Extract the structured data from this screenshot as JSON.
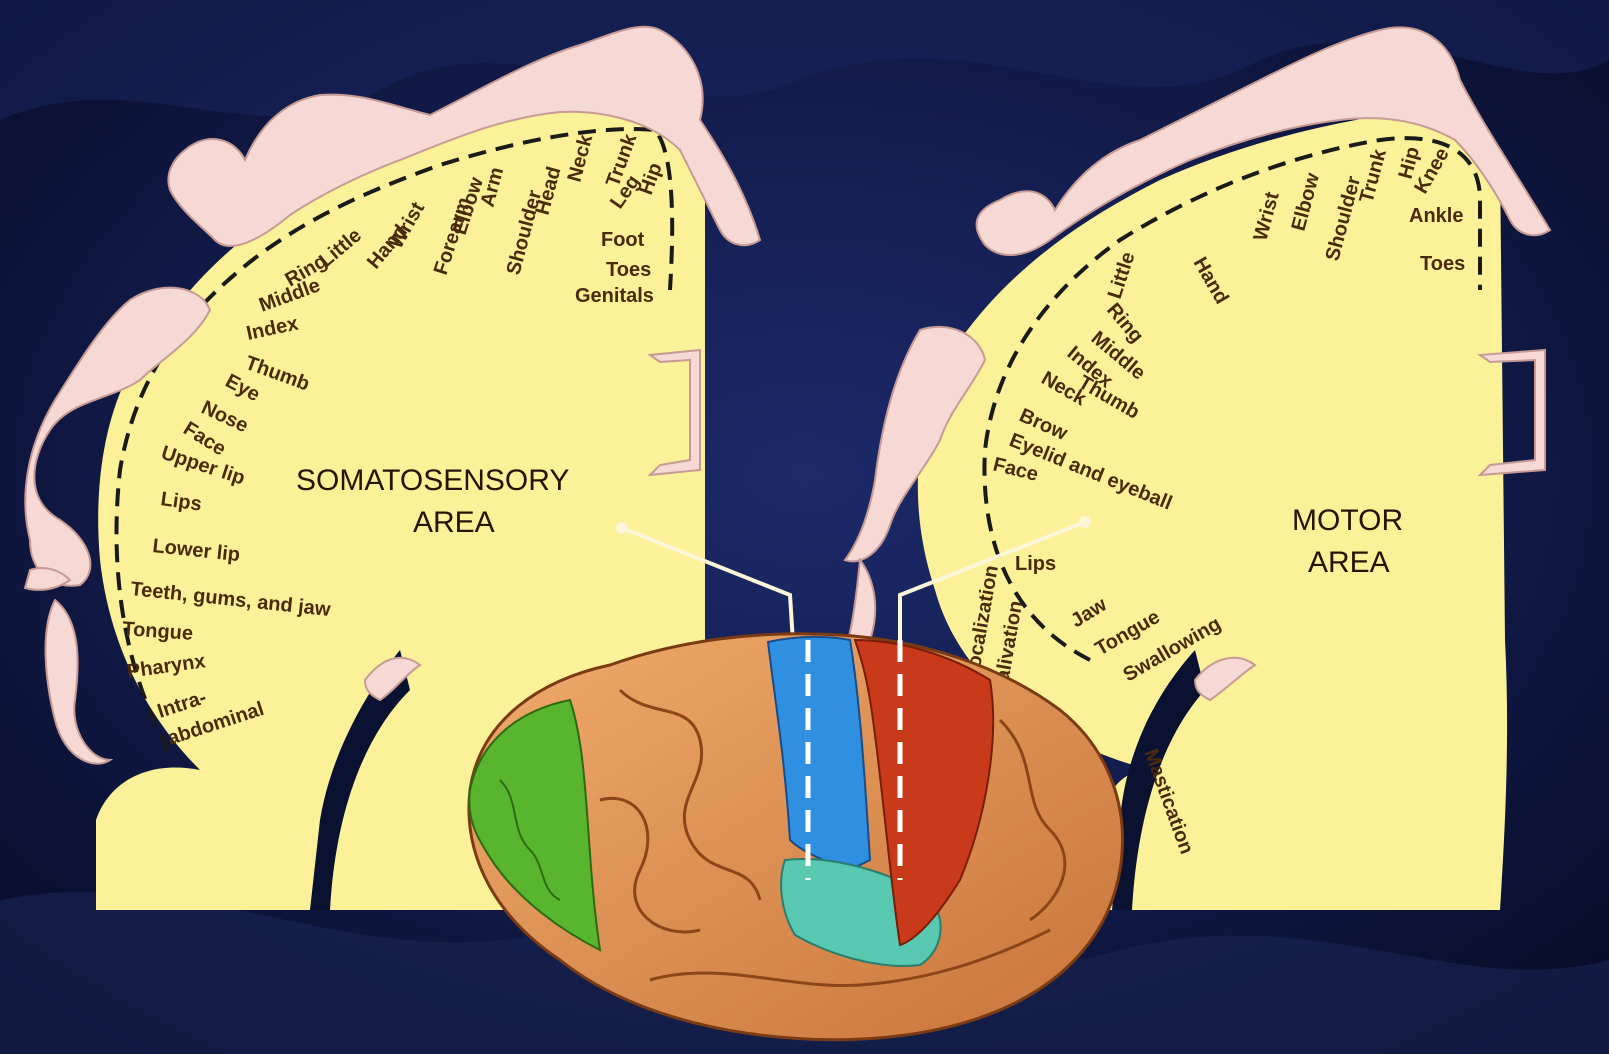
{
  "sensory": {
    "title_line1": "SOMATOSENSORY",
    "title_line2": "AREA",
    "labels": [
      "Genitals",
      "Toes",
      "Foot",
      "Leg",
      "Hip",
      "Trunk",
      "Neck",
      "Head",
      "Shoulder",
      "Arm",
      "Elbow",
      "Forearm",
      "Wrist",
      "Hand",
      "Little",
      "Ring",
      "Middle",
      "Index",
      "Thumb",
      "Eye",
      "Nose",
      "Face",
      "Upper lip",
      "Lips",
      "Lower lip",
      "Teeth, gums, and jaw",
      "Tongue",
      "Pharynx",
      "Intra-",
      "abdominal"
    ]
  },
  "motor": {
    "title_line1": "MOTOR",
    "title_line2": "AREA",
    "labels": [
      "Toes",
      "Ankle",
      "Knee",
      "Hip",
      "Trunk",
      "Shoulder",
      "Elbow",
      "Wrist",
      "Hand",
      "Little",
      "Ring",
      "Middle",
      "Index",
      "Thumb",
      "Neck",
      "Brow",
      "Eyelid and eyeball",
      "Face",
      "Lips",
      "Vocalization",
      "Salivation",
      "Mastication",
      "Jaw",
      "Tongue",
      "Swallowing"
    ]
  },
  "colors": {
    "background": "#0b1130",
    "cortex_yellow": "#fbf198",
    "body_pink": "#f6d8d4",
    "sensory_strip": "#2f8fe0",
    "motor_strip": "#c93a1a",
    "occipital": "#59b52d",
    "brain_tan": "#e89a5a",
    "label_brown": "#4a2a0c"
  }
}
